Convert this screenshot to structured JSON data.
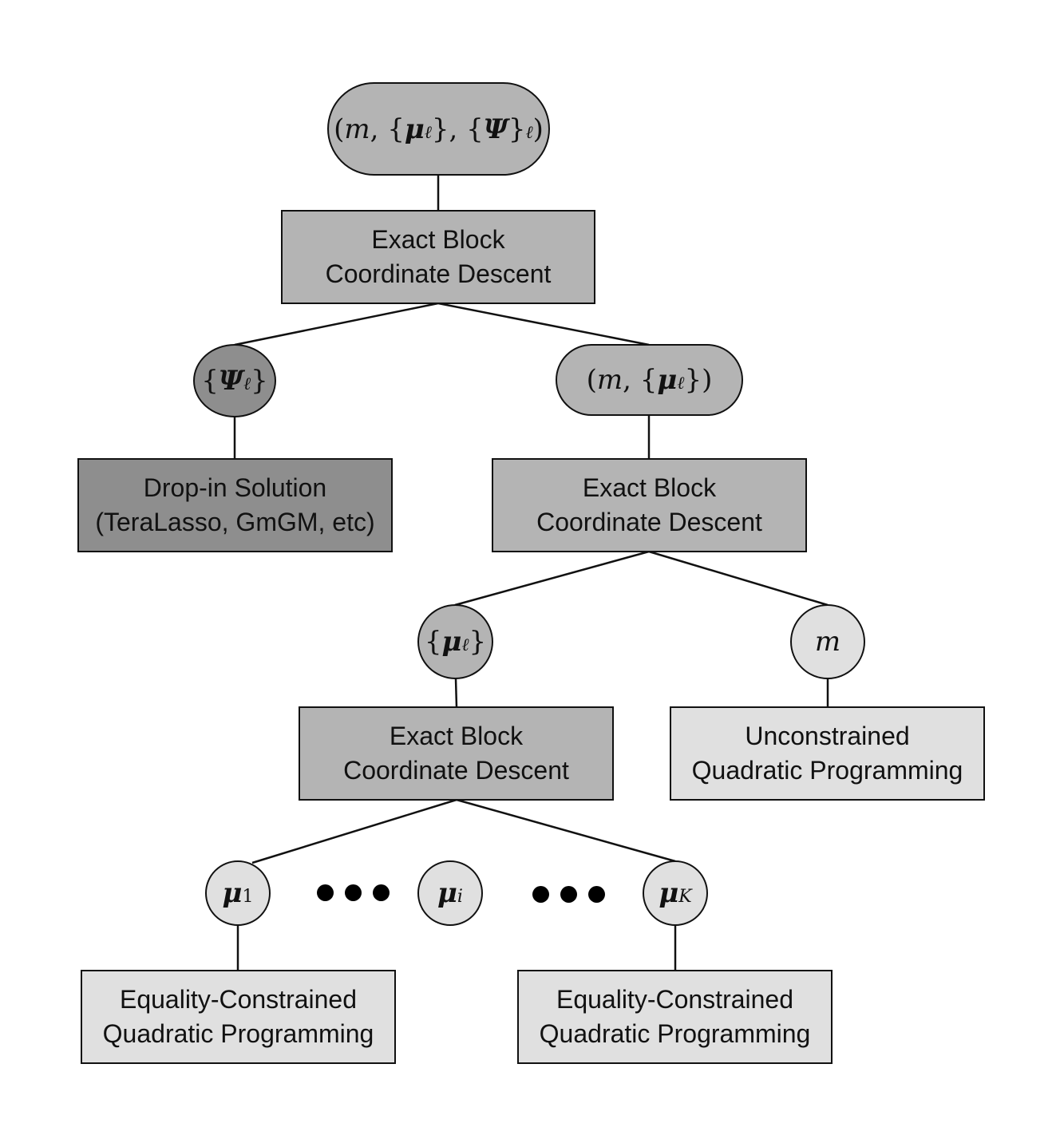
{
  "nodes": {
    "root": {
      "pre": "(",
      "a": "m",
      "b": ", {",
      "c": "μ",
      "d": "ℓ",
      "e": "}, {",
      "f": "Ψ",
      "g": "}",
      "h": "ℓ",
      "k": ")"
    },
    "psi": {
      "pre": "{",
      "c": "Ψ",
      "d": "ℓ",
      "post": "}"
    },
    "m_mu": {
      "pre": "(",
      "a": "m",
      "b": ", {",
      "c": "μ",
      "d": "ℓ",
      "post": "})"
    },
    "mu_set": {
      "pre": "{",
      "c": "μ",
      "d": "ℓ",
      "post": "}"
    },
    "m": {
      "a": "m"
    },
    "mu_1": {
      "c": "μ",
      "d": "1"
    },
    "mu_i": {
      "c": "μ",
      "d": "i"
    },
    "mu_K": {
      "c": "μ",
      "d": "K"
    }
  },
  "boxes": {
    "bcd_top": {
      "line1": "Exact Block",
      "line2": "Coordinate Descent"
    },
    "drop_in": {
      "line1": "Drop-in Solution",
      "line2": "(TeraLasso, GmGM, etc)"
    },
    "bcd_mid": {
      "line1": "Exact Block",
      "line2": "Coordinate Descent"
    },
    "bcd_low": {
      "line1": "Exact Block",
      "line2": "Coordinate Descent"
    },
    "uqp": {
      "line1": "Unconstrained",
      "line2": "Quadratic Programming"
    },
    "eqp_left": {
      "line1": "Equality-Constrained",
      "line2": "Quadratic Programming"
    },
    "eqp_right": {
      "line1": "Equality-Constrained",
      "line2": "Quadratic Programming"
    }
  },
  "colors": {
    "dark": "#8e8e8e",
    "mid": "#b4b4b4",
    "light": "#e0e0e0",
    "stroke": "#111111"
  }
}
